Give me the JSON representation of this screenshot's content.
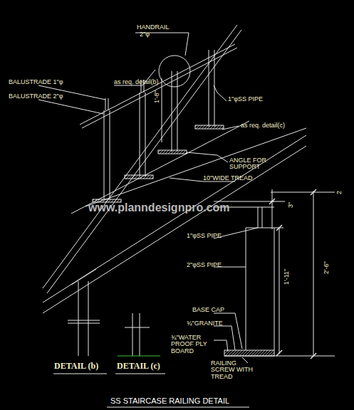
{
  "diagram": {
    "title": "SS STAIRCASE RAILING DETAIL",
    "labels": [
      "HANDRAIL",
      "2\"φ",
      "as req. detail(b)",
      "BALUSTRADE 1\"φ",
      "BALUSTRADE 2\"φ",
      "1\"φSS PIPE",
      "as req. detail(c)",
      "1'-8\"",
      "ANGLE FOR SUPPORT",
      "10\"WIDE TREAD",
      "2",
      "3\"",
      "1\"φSS PIPE",
      "2\"φSS PIPE",
      "1'-11\"",
      "2'-6\"",
      "BASE CAP",
      "¾\"GRANITE",
      "¾\"WATER PROOF PLY BOARD",
      "RAILING SCREW WITH TREAD",
      "DETAIL (b)",
      "DETAIL (c)",
      "www.planndesignpro.com"
    ]
  }
}
